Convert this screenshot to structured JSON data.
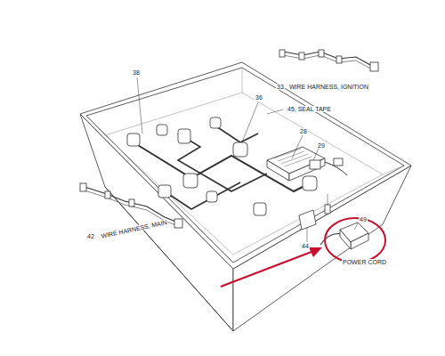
{
  "diagram": {
    "labels": [
      "38",
      "36",
      "33",
      "WIRE HARNESS, IGNITION",
      "45, SEAL TAPE",
      "28",
      "29",
      "42",
      "WIRE HARNESS, MAIN",
      "49",
      "44",
      "POWER CORD"
    ]
  }
}
